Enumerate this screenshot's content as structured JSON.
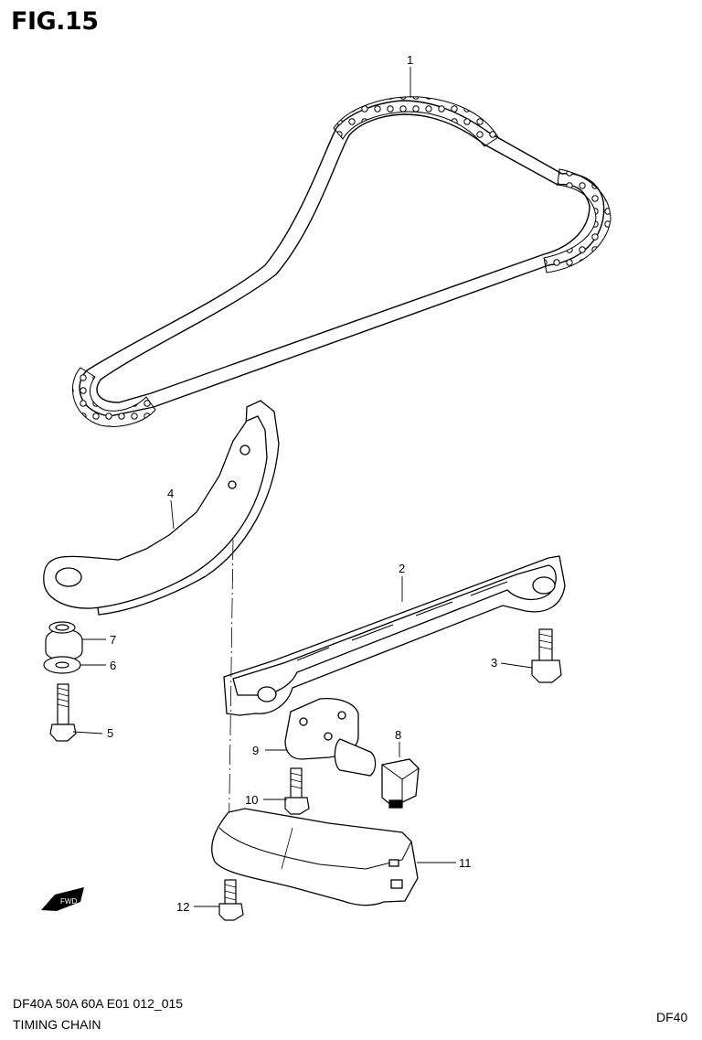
{
  "figure": {
    "title": "FIG.15"
  },
  "callouts": {
    "c1": "1",
    "c2": "2",
    "c3": "3",
    "c4": "4",
    "c5": "5",
    "c6": "6",
    "c7": "7",
    "c8": "8",
    "c9": "9",
    "c10": "10",
    "c11": "11",
    "c12": "12"
  },
  "direction_marker": {
    "label": "FWD"
  },
  "footer": {
    "model_code": "DF40A 50A 60A E01 012_015",
    "section_name": "TIMING CHAIN",
    "model": "DF40"
  }
}
